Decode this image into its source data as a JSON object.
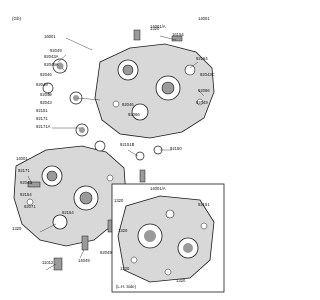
{
  "diagram": {
    "part_labels": [
      "14001/A",
      "16001",
      "92049",
      "92043A",
      "92049A",
      "92046",
      "92049",
      "92049",
      "92043",
      "92151",
      "92171",
      "92171A",
      "92151B",
      "1320",
      "16154",
      "92154",
      "92043C",
      "92066",
      "92049",
      "92046",
      "92066",
      "14001",
      "92171",
      "92043",
      "92154",
      "92071",
      "11012",
      "1320",
      "14001/A",
      "92151",
      "1320",
      "1320",
      "92150",
      "1320",
      "1320",
      "92154",
      "14049",
      "92049"
    ],
    "notes": [
      "(Gb)",
      "(L.H. Side)",
      "14001"
    ],
    "colors": {
      "ink": "#1a1a1a",
      "fill": "#d8d8d8",
      "fill_dark": "#9a9a9a",
      "paper": "#ffffff"
    }
  }
}
